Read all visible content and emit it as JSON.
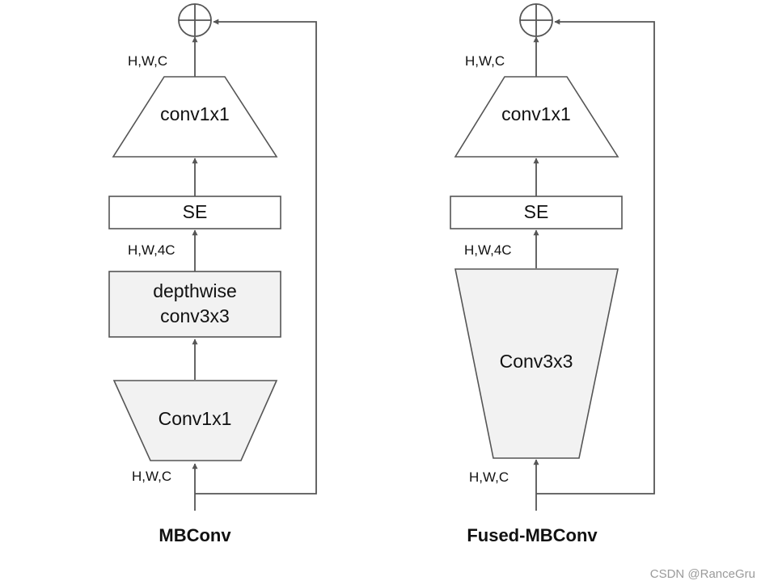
{
  "colors": {
    "stroke": "#555555",
    "block_fill_white": "#ffffff",
    "block_fill_gray": "#f2f2f2",
    "text": "#111111",
    "watermark": "#9a9a9a"
  },
  "mbconv": {
    "caption": "MBConv",
    "input_dim": "H,W,C",
    "expand_block": "Conv1x1",
    "expand_out_dim": "H,W,4C",
    "depthwise_line1": "depthwise",
    "depthwise_line2": "conv3x3",
    "se_block": "SE",
    "project_block": "conv1x1",
    "output_dim": "H,W,C",
    "add_icon": "plus-circle-icon"
  },
  "fused_mbconv": {
    "caption": "Fused-MBConv",
    "input_dim": "H,W,C",
    "conv_block": "Conv3x3",
    "conv_out_dim": "H,W,4C",
    "se_block": "SE",
    "project_block": "conv1x1",
    "output_dim": "H,W,C",
    "add_icon": "plus-circle-icon"
  },
  "watermark": "CSDN @RanceGru"
}
